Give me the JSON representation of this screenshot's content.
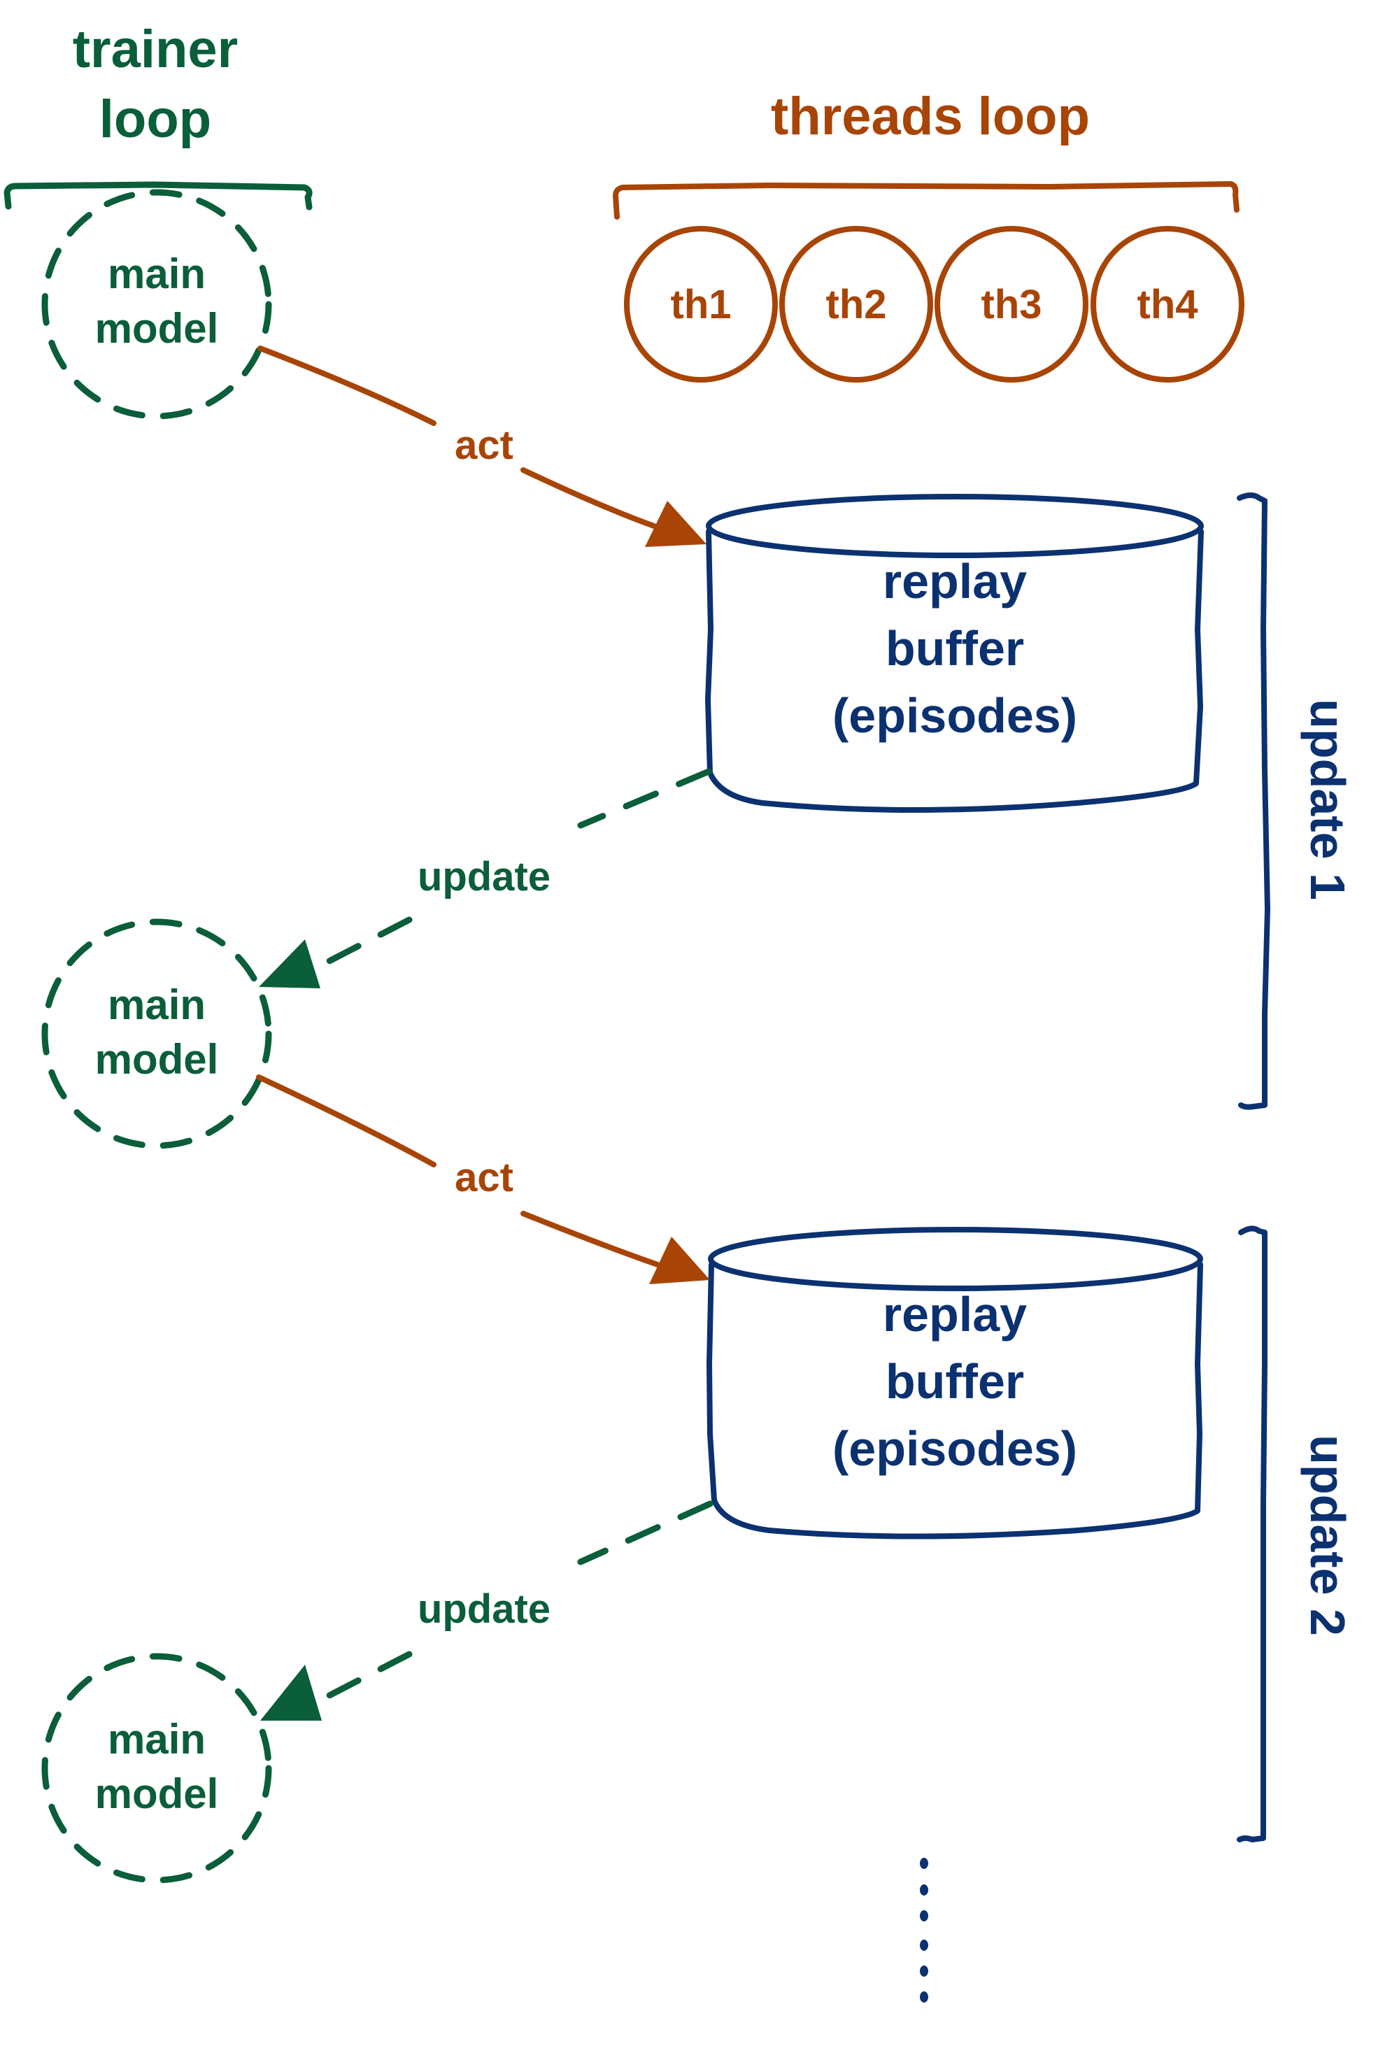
{
  "colors": {
    "trainer": "#0a5e3a",
    "threads": "#a84405",
    "buffer": "#0b3170",
    "background": "#ffffff"
  },
  "trainer_loop": {
    "title_line1": "trainer",
    "title_line2": "loop"
  },
  "threads_loop": {
    "title": "threads loop",
    "threads": [
      "th1",
      "th2",
      "th3",
      "th4"
    ]
  },
  "models": [
    {
      "line1": "main",
      "line2": "model"
    },
    {
      "line1": "main",
      "line2": "model"
    },
    {
      "line1": "main",
      "line2": "model"
    }
  ],
  "buffers": [
    {
      "line1": "replay",
      "line2": "buffer",
      "line3": "(episodes)"
    },
    {
      "line1": "replay",
      "line2": "buffer",
      "line3": "(episodes)"
    }
  ],
  "edges": [
    {
      "from": "main model 1",
      "to": "replay buffer 1",
      "label": "act",
      "style": "solid"
    },
    {
      "from": "replay buffer 1",
      "to": "main model 2",
      "label": "update",
      "style": "dashed"
    },
    {
      "from": "main model 2",
      "to": "replay buffer 2",
      "label": "act",
      "style": "solid"
    },
    {
      "from": "replay buffer 2",
      "to": "main model 3",
      "label": "update",
      "style": "dashed"
    }
  ],
  "update_brackets": [
    {
      "label": "update 1"
    },
    {
      "label": "update 2"
    }
  ],
  "continuation": {
    "dots": 6,
    "meaning": "more updates"
  }
}
